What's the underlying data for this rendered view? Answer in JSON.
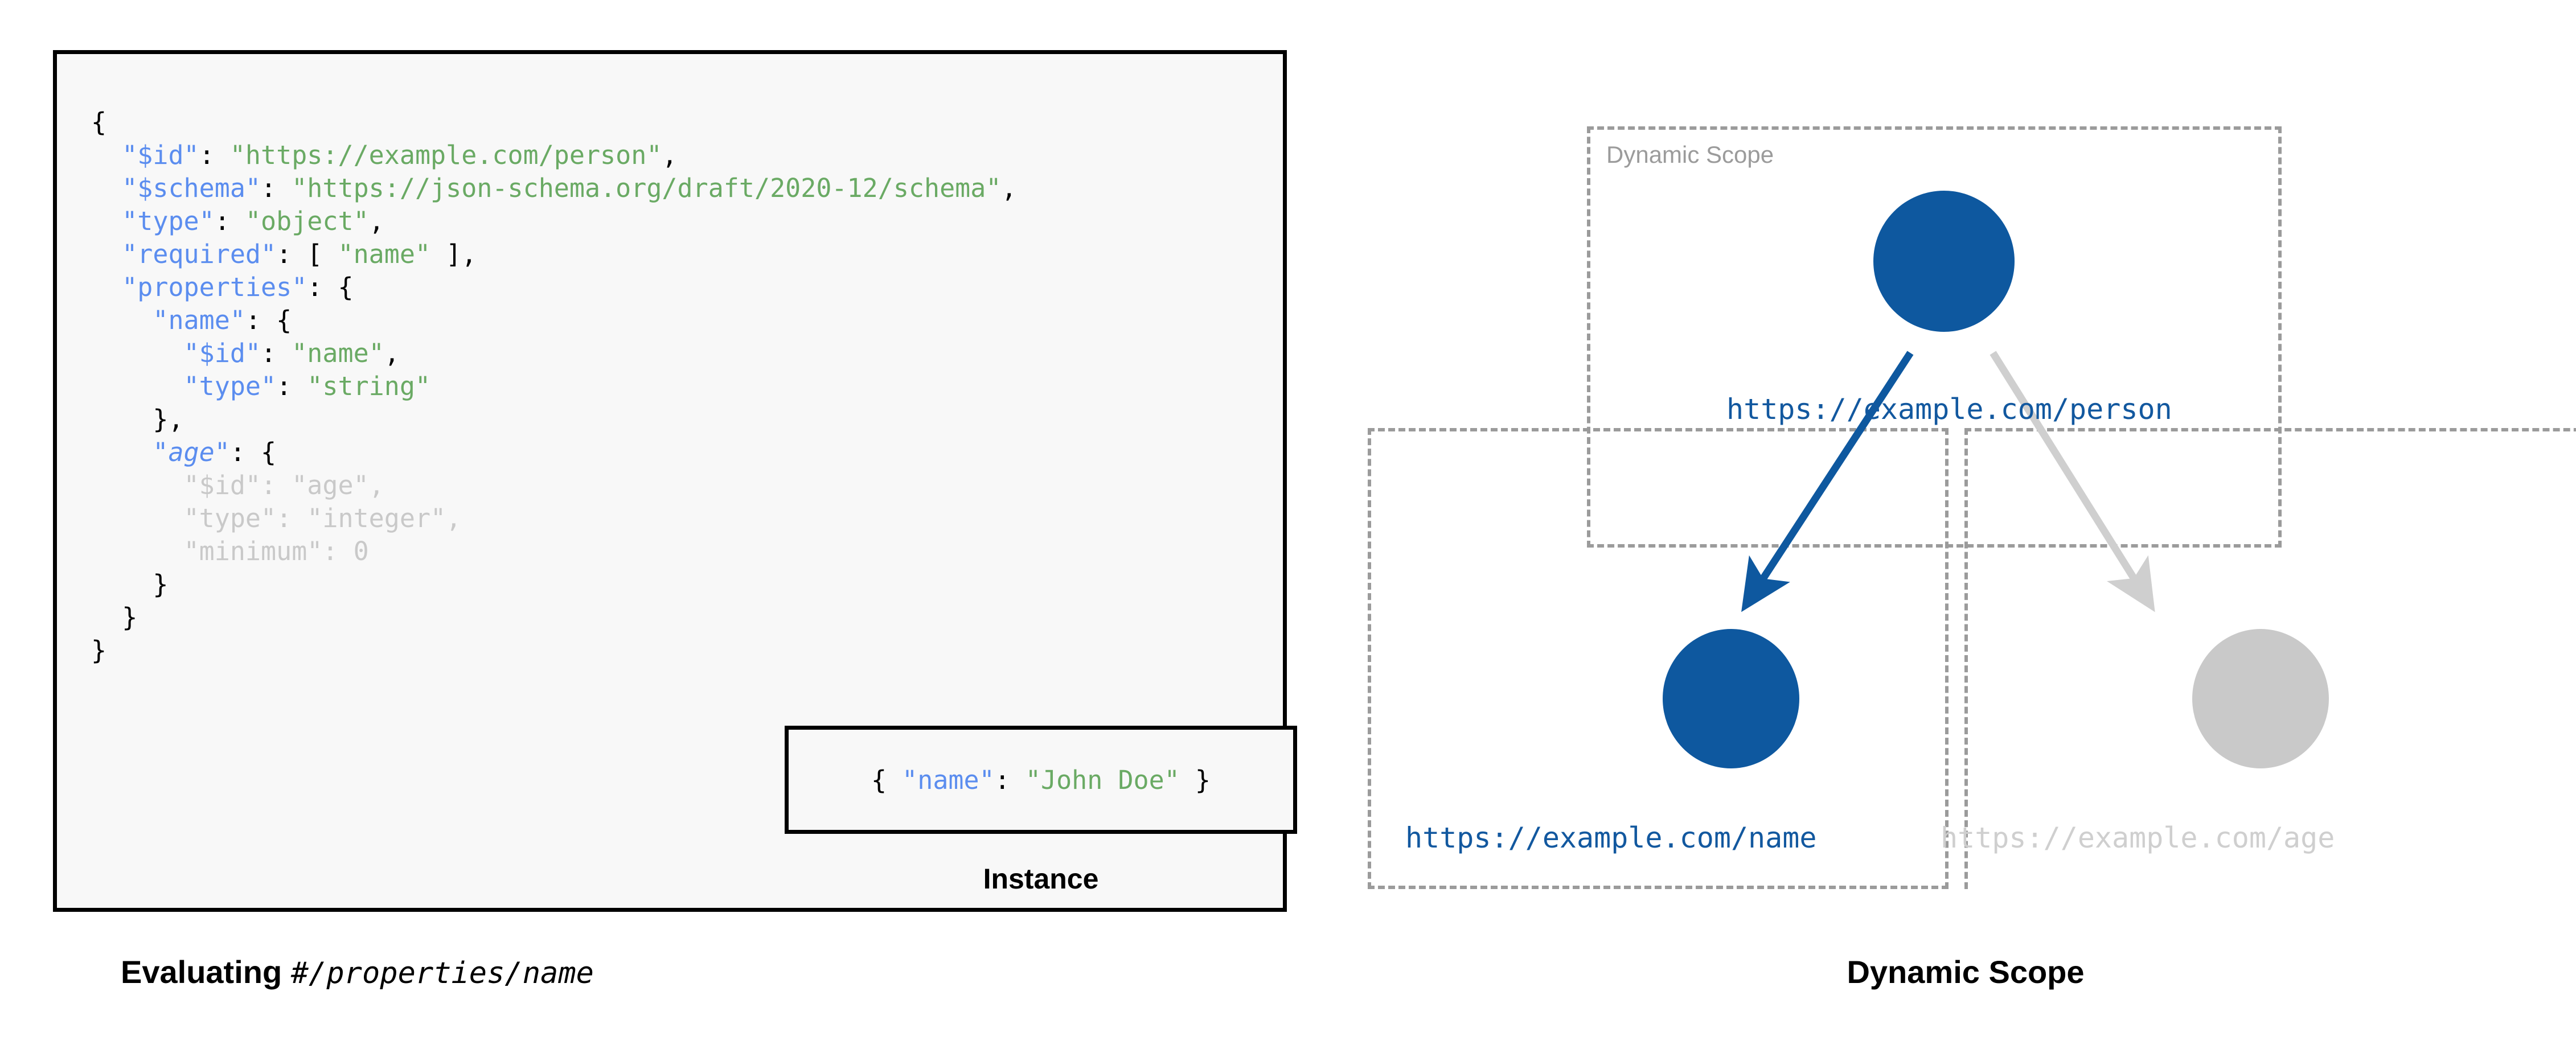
{
  "figure": {
    "left_caption_bold": "Evaluating ",
    "left_caption_mono": "#/properties/name",
    "right_caption": "Dynamic Scope"
  },
  "schema_panel": {
    "lines": [
      {
        "indent": 0,
        "tokens": [
          {
            "t": "{",
            "c": "p"
          }
        ]
      },
      {
        "indent": 1,
        "tokens": [
          {
            "t": "\"$id\"",
            "c": "k"
          },
          {
            "t": ": ",
            "c": "p"
          },
          {
            "t": "\"https://example.com/person\"",
            "c": "s"
          },
          {
            "t": ",",
            "c": "p"
          }
        ]
      },
      {
        "indent": 1,
        "tokens": [
          {
            "t": "\"$schema\"",
            "c": "k"
          },
          {
            "t": ": ",
            "c": "p"
          },
          {
            "t": "\"https://json-schema.org/draft/2020-12/schema\"",
            "c": "s"
          },
          {
            "t": ",",
            "c": "p"
          }
        ]
      },
      {
        "indent": 1,
        "tokens": [
          {
            "t": "\"type\"",
            "c": "k"
          },
          {
            "t": ": ",
            "c": "p"
          },
          {
            "t": "\"object\"",
            "c": "s"
          },
          {
            "t": ",",
            "c": "p"
          }
        ]
      },
      {
        "indent": 1,
        "tokens": [
          {
            "t": "\"required\"",
            "c": "k"
          },
          {
            "t": ": [ ",
            "c": "p"
          },
          {
            "t": "\"name\"",
            "c": "s"
          },
          {
            "t": " ],",
            "c": "p"
          }
        ]
      },
      {
        "indent": 1,
        "tokens": [
          {
            "t": "\"properties\"",
            "c": "k"
          },
          {
            "t": ": {",
            "c": "p"
          }
        ]
      },
      {
        "indent": 2,
        "tokens": [
          {
            "t": "\"name\"",
            "c": "k"
          },
          {
            "t": ": {",
            "c": "p"
          }
        ]
      },
      {
        "indent": 3,
        "tokens": [
          {
            "t": "\"$id\"",
            "c": "k"
          },
          {
            "t": ": ",
            "c": "p"
          },
          {
            "t": "\"name\"",
            "c": "s"
          },
          {
            "t": ",",
            "c": "p"
          }
        ]
      },
      {
        "indent": 3,
        "tokens": [
          {
            "t": "\"type\"",
            "c": "k"
          },
          {
            "t": ": ",
            "c": "p"
          },
          {
            "t": "\"string\"",
            "c": "s"
          }
        ]
      },
      {
        "indent": 2,
        "tokens": [
          {
            "t": "},",
            "c": "p"
          }
        ]
      },
      {
        "indent": 2,
        "tokens": [
          {
            "t": "\"age\"",
            "c": "k ital"
          },
          {
            "t": ": {",
            "c": "p"
          }
        ]
      },
      {
        "indent": 3,
        "tokens": [
          {
            "t": "\"$id\"",
            "c": "dim"
          },
          {
            "t": ": ",
            "c": "dim"
          },
          {
            "t": "\"age\"",
            "c": "dim"
          },
          {
            "t": ",",
            "c": "dim"
          }
        ]
      },
      {
        "indent": 3,
        "tokens": [
          {
            "t": "\"type\"",
            "c": "dim"
          },
          {
            "t": ": ",
            "c": "dim"
          },
          {
            "t": "\"integer\"",
            "c": "dim"
          },
          {
            "t": ",",
            "c": "dim"
          }
        ]
      },
      {
        "indent": 3,
        "tokens": [
          {
            "t": "\"minimum\"",
            "c": "dim"
          },
          {
            "t": ": ",
            "c": "dim"
          },
          {
            "t": "0",
            "c": "dim"
          }
        ]
      },
      {
        "indent": 2,
        "tokens": [
          {
            "t": "}",
            "c": "p"
          }
        ]
      },
      {
        "indent": 1,
        "tokens": [
          {
            "t": "}",
            "c": "p"
          }
        ]
      },
      {
        "indent": 0,
        "tokens": [
          {
            "t": "}",
            "c": "p"
          }
        ]
      }
    ]
  },
  "instance_panel": {
    "caption": "Instance",
    "tokens": [
      {
        "t": "{ ",
        "c": "p"
      },
      {
        "t": "\"name\"",
        "c": "k"
      },
      {
        "t": ": ",
        "c": "p"
      },
      {
        "t": "\"John Doe\"",
        "c": "s"
      },
      {
        "t": " }",
        "c": "p"
      }
    ]
  },
  "scope_diagram": {
    "scope_box_label": "Dynamic Scope",
    "nodes": [
      {
        "id": "person",
        "label": "https://example.com/person",
        "state": "active",
        "color": "#0e589f"
      },
      {
        "id": "name",
        "label": "https://example.com/name",
        "state": "active",
        "color": "#0e589f"
      },
      {
        "id": "age",
        "label": "https://example.com/age",
        "state": "dimmed",
        "color": "#c9c9c9"
      }
    ],
    "edges": [
      {
        "from": "person",
        "to": "name",
        "state": "active",
        "color": "#0e589f"
      },
      {
        "from": "person",
        "to": "age",
        "state": "dimmed",
        "color": "#cfcfcf"
      }
    ]
  },
  "colors": {
    "accent_blue": "#0e589f",
    "key_blue": "#5b8def",
    "string_green": "#6aaa64",
    "dim_grey": "#c9c9c9",
    "dash_grey": "#9b9b9b",
    "code_bg": "#f8f8f8"
  }
}
